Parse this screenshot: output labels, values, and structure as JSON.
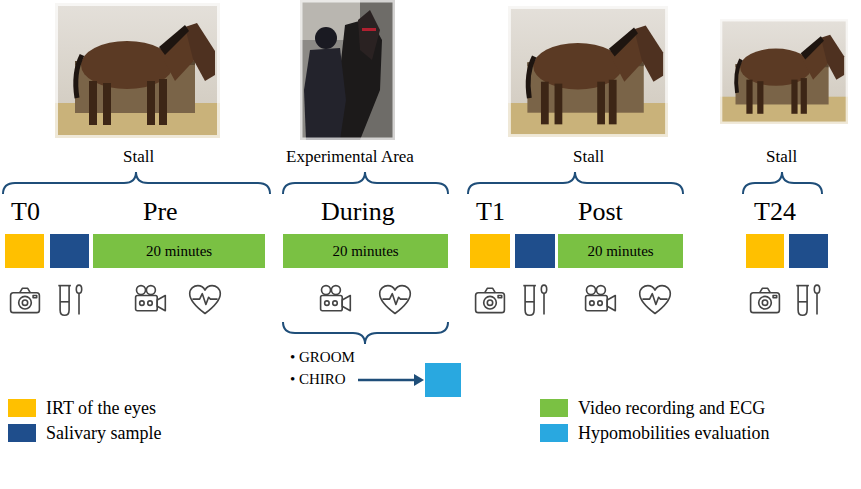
{
  "diagram": {
    "nodes": [
      {
        "text": [
          "20 minutes"
        ]
      },
      {
        "text": [
          "20 minutes"
        ]
      },
      {
        "text": [
          "20 minutes"
        ]
      }
    ],
    "labels": [
      "Stall",
      "Experimental Area",
      "Stall",
      "Stall",
      "T0",
      "Pre",
      "During",
      "T1",
      "Post",
      "T24",
      "• GROOM",
      "• CHIRO"
    ],
    "legend": [
      {
        "text": "IRT of the eyes",
        "color": "#FFC000"
      },
      {
        "text": "Salivary sample",
        "color": "#1F4E8C"
      },
      {
        "text": "Video recording and ECG",
        "color": "#7AC143"
      },
      {
        "text": "Hypomobilities evaluation",
        "color": "#29A8E0"
      }
    ]
  }
}
